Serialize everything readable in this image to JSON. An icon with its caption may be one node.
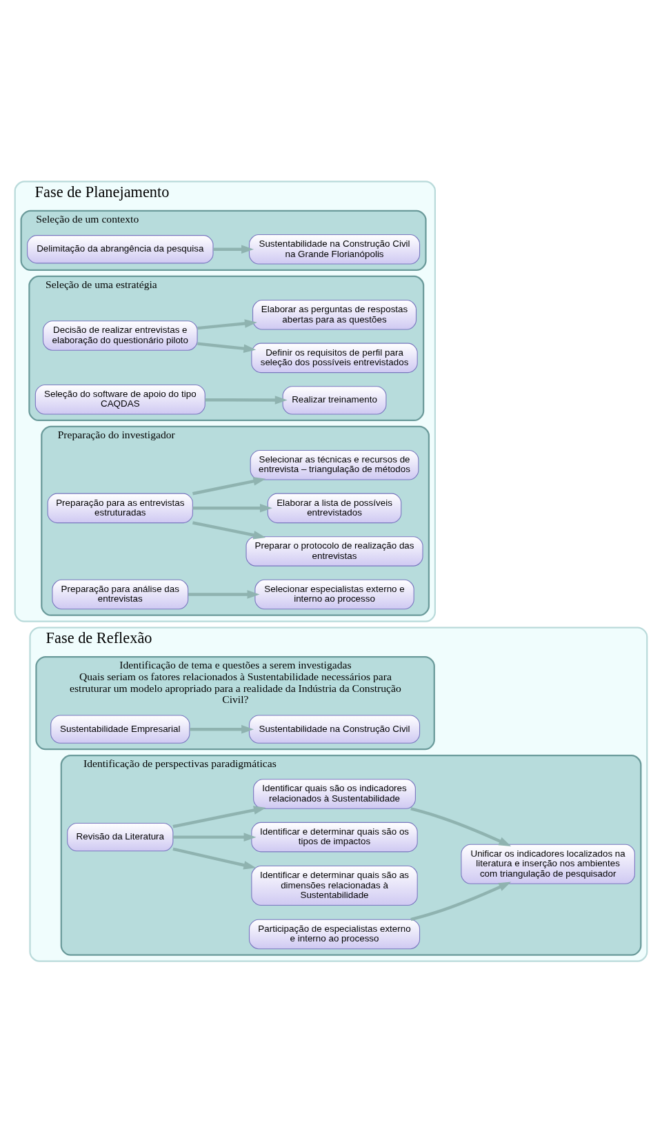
{
  "diagram": {
    "nodes": [
      {
        "text": [
          "Fase de Reflexão"
        ]
      },
      {
        "text": [
          "Identificação de tema e questões a serem investigadas",
          "Quais seriam os fatores relacionados à Sustentabilidade necessários para estruturar um modelo apropriado para a realidade da Indústria da Construção Civil?"
        ],
        "in": 0
      },
      {
        "text": [
          "Sustentabilidade Empresarial"
        ],
        "in": 1
      },
      {
        "text": [
          "Sustentabilidade na Construção Civil"
        ],
        "in": 1
      },
      {
        "text": [
          "Identificação de perspectivas paradigmáticas"
        ],
        "in": 0
      },
      {
        "text": [
          "Revisão da Literatura"
        ],
        "in": 4
      },
      {
        "text": [
          "Identificar e determinar quais são as dimensões relacionadas à Sustentabilidade"
        ],
        "in": 4
      },
      {
        "text": [
          "Identificar e determinar quais são os tipos de impactos"
        ],
        "in": 4
      },
      {
        "text": [
          "Identificar quais são os indicadores relacionados à Sustentabilidade"
        ],
        "in": 4
      },
      {
        "text": [
          "Participação de especialistas externo e interno ao processo"
        ],
        "in": 4
      },
      {
        "text": [
          "Unificar os indicadores localizados na literatura e inserção nos ambientes com triangulação de pesquisador"
        ],
        "in": 4
      },
      {
        "text": [
          "Fase de Planejamento"
        ]
      },
      {
        "text": [
          "Seleção de um contexto"
        ],
        "in": 11
      },
      {
        "text": [
          "Delimitação da abrangência da pesquisa"
        ],
        "in": 12
      },
      {
        "text": [
          "Sustentabilidade na Construção Civil na Grande Florianópolis"
        ],
        "in": 12
      },
      {
        "text": [
          "Seleção de uma estratégia"
        ],
        "in": 11
      },
      {
        "text": [
          "Decisão de realizar entrevistas e elaboração do questionário piloto"
        ],
        "in": 15
      },
      {
        "text": [
          "Definir os requisitos de perfil para seleção dos possíveis entrevistados"
        ],
        "in": 15
      },
      {
        "text": [
          "Elaborar as perguntas de respostas abertas para as questões"
        ],
        "in": 15
      },
      {
        "text": [
          "Seleção do software de apoio do tipo CAQDAS"
        ],
        "in": 15
      },
      {
        "text": [
          "Realizar treinamento"
        ],
        "in": 15
      },
      {
        "text": [
          "Preparação do investigador"
        ],
        "in": 11
      },
      {
        "text": [
          "Preparação para as entrevistas estruturadas"
        ],
        "in": 21
      },
      {
        "text": [
          "Preparar o protocolo de realização das entrevistas"
        ],
        "in": 21
      },
      {
        "text": [
          "Elaborar a lista de possíveis entrevistados"
        ],
        "in": 21
      },
      {
        "text": [
          "Selecionar as técnicas e recursos de entrevista – triangulação de métodos"
        ],
        "in": 21
      },
      {
        "text": [
          "Preparação para análise das entrevistas"
        ],
        "in": 21
      },
      {
        "text": [
          "Selecionar especialistas externo e interno ao processo"
        ],
        "in": 21
      }
    ],
    "edges": [
      {
        "from": 2,
        "to": 3,
        "arrow": "to"
      },
      {
        "from": 5,
        "to": 6,
        "arrow": "to"
      },
      {
        "from": 5,
        "to": 7,
        "arrow": "to"
      },
      {
        "from": 5,
        "to": 8,
        "arrow": "to"
      },
      {
        "from": 8,
        "to": 10,
        "arrow": "to"
      },
      {
        "from": 9,
        "to": 10,
        "arrow": "to"
      },
      {
        "from": 13,
        "to": 14,
        "arrow": "to"
      },
      {
        "from": 16,
        "to": 17,
        "arrow": "to"
      },
      {
        "from": 16,
        "to": 18,
        "arrow": "to"
      },
      {
        "from": 19,
        "to": 20,
        "arrow": "to"
      },
      {
        "from": 22,
        "to": 23,
        "arrow": "to"
      },
      {
        "from": 22,
        "to": 24,
        "arrow": "to"
      },
      {
        "from": 22,
        "to": 25,
        "arrow": "to"
      },
      {
        "from": 26,
        "to": 27,
        "arrow": "to"
      }
    ]
  }
}
